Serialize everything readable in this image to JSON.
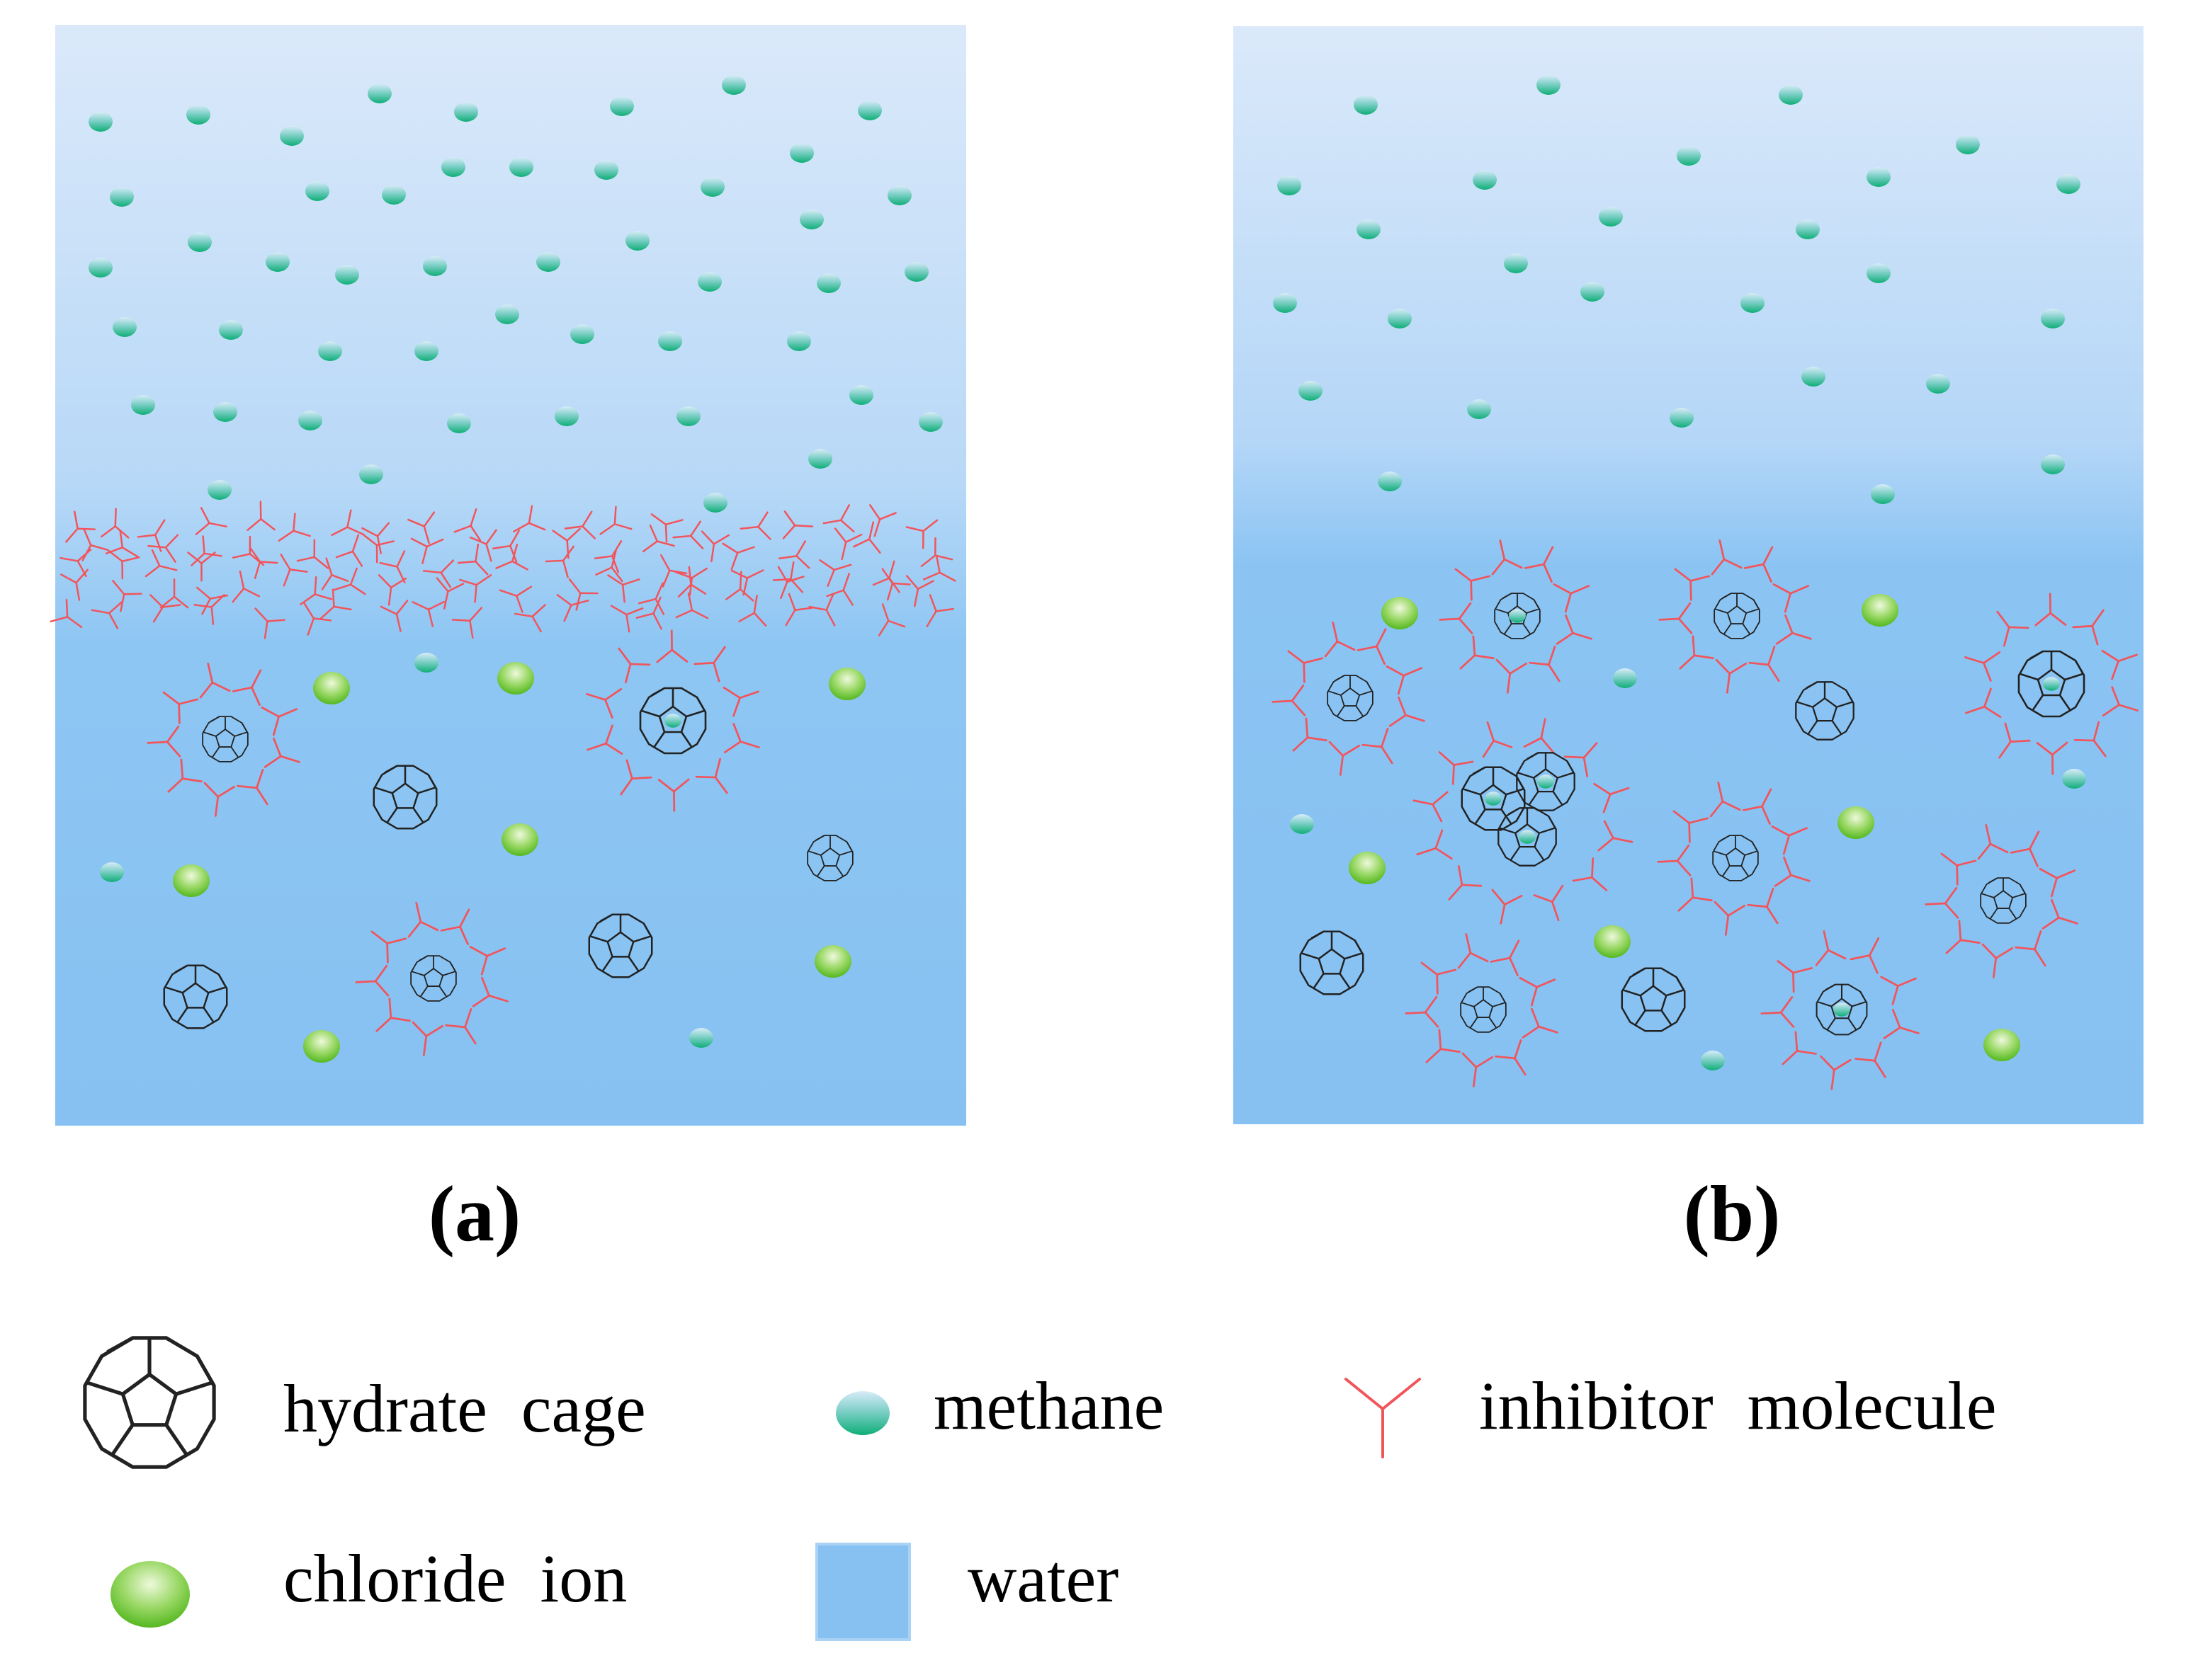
{
  "panels": [
    {
      "id": "a",
      "label": "(a)"
    },
    {
      "id": "b",
      "label": "(b)"
    }
  ],
  "legend": [
    {
      "key": "hydrate-cage",
      "label": "hydrate  cage",
      "icon": "hydrate-cage-icon"
    },
    {
      "key": "methane",
      "label": "methane",
      "icon": "methane-icon"
    },
    {
      "key": "inhibitor",
      "label": "inhibitor  molecule",
      "icon": "inhibitor-molecule-icon"
    },
    {
      "key": "chloride",
      "label": "chloride  ion",
      "icon": "chloride-ion-icon"
    },
    {
      "key": "water",
      "label": "water",
      "icon": "water-icon"
    }
  ],
  "colors": {
    "water_top": "#dbe9fa",
    "water_bottom": "#86c1f2",
    "methane_top": "#cfe8f7",
    "methane_bottom": "#12b17a",
    "chloride_light": "#e6f7cf",
    "chloride_dark": "#62c22b",
    "inhibitor": "#f2545b",
    "cage_stroke": "#222222"
  }
}
